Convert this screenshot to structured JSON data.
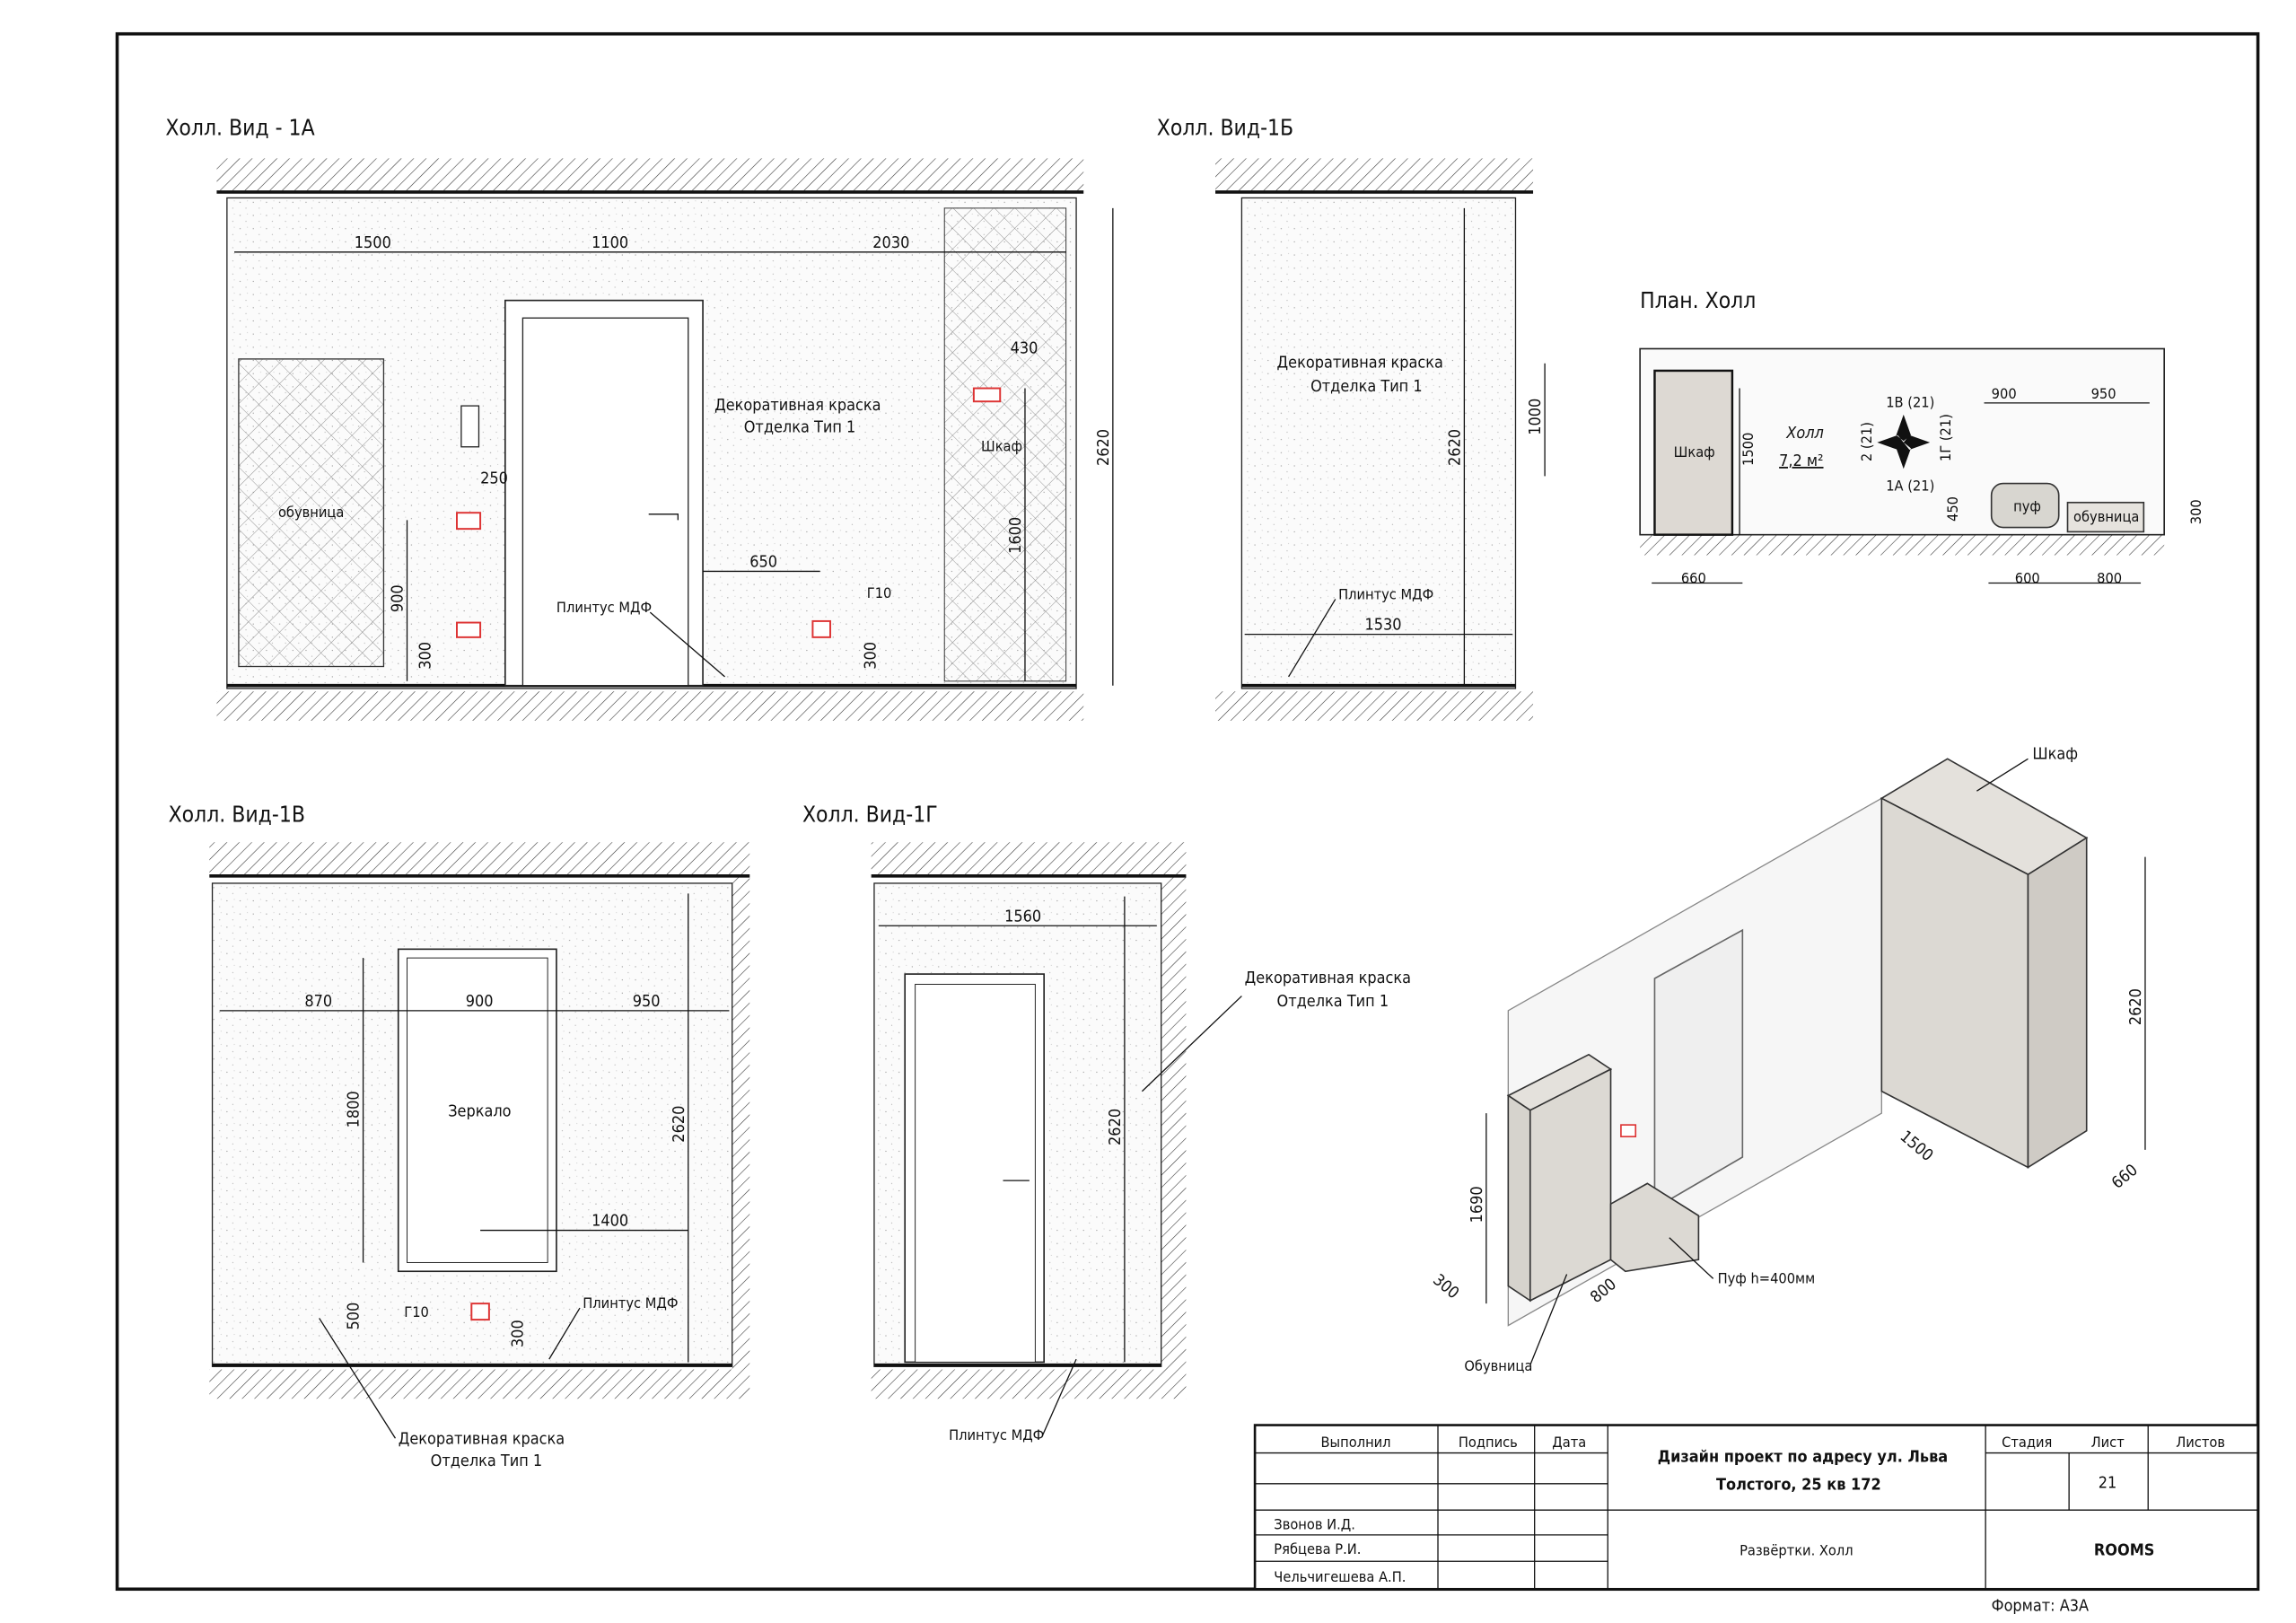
{
  "views": {
    "v1a": {
      "title": "Холл. Вид - 1А",
      "dims": [
        "1500",
        "1100",
        "2030",
        "430",
        "2620",
        "1600",
        "250",
        "900",
        "300",
        "650",
        "300"
      ],
      "labels": {
        "paint1": "Декоративная краска",
        "paint2": "Отделка Тип 1",
        "shoe": "обувница",
        "wardrobe": "Шкаф",
        "plinth": "Плинтус МДФ",
        "g10": "Г10"
      }
    },
    "v1b": {
      "title": "Холл. Вид-1Б",
      "dims": [
        "2620",
        "1000",
        "1530"
      ],
      "labels": {
        "paint1": "Декоративная краска",
        "paint2": "Отделка Тип 1",
        "plinth": "Плинтус МДФ"
      }
    },
    "plan": {
      "title": "План. Холл",
      "room": "Холл",
      "area": "7,2 м²",
      "wardrobe": "Шкаф",
      "pouf": "пуф",
      "shoe": "обувница",
      "marks": [
        "1В (21)",
        "1А (21)",
        "2 (21)",
        "1Г (21)"
      ],
      "dims": [
        "900",
        "950",
        "1500",
        "450",
        "300",
        "660",
        "600",
        "800"
      ]
    },
    "v1v": {
      "title": "Холл. Вид-1В",
      "dims": [
        "870",
        "900",
        "950",
        "1800",
        "2620",
        "1400",
        "500",
        "300"
      ],
      "labels": {
        "mirror": "Зеркало",
        "g10": "Г10",
        "plinth": "Плинтус МДФ",
        "paint1": "Декоративная краска",
        "paint2": "Отделка Тип 1"
      }
    },
    "v1g": {
      "title": "Холл. Вид-1Г",
      "dims": [
        "1560",
        "2620"
      ],
      "labels": {
        "paint1": "Декоративная краска",
        "paint2": "Отделка Тип 1",
        "plinth": "Плинтус МДФ"
      }
    },
    "iso": {
      "wardrobe": "Шкаф",
      "dims": [
        "2620",
        "1500",
        "660",
        "1690",
        "300",
        "800"
      ],
      "pouf": "Пуф h=400мм",
      "shoe": "Обувница"
    }
  },
  "title_block": {
    "headers": [
      "Выполнил",
      "Подпись",
      "Дата"
    ],
    "project": [
      "Дизайн проект по адресу ул. Льва",
      "Толстого, 25 кв 172"
    ],
    "stage_header": "Стадия",
    "sheet_header": "Лист",
    "sheets_header": "Листов",
    "sheet": "21",
    "people": [
      "Звонов И.Д.",
      "Рябцева Р.И.",
      "Чельчигешева А.П."
    ],
    "drawing": "Развёртки. Холл",
    "company": "ROOMS",
    "format": "Формат: А3А"
  }
}
